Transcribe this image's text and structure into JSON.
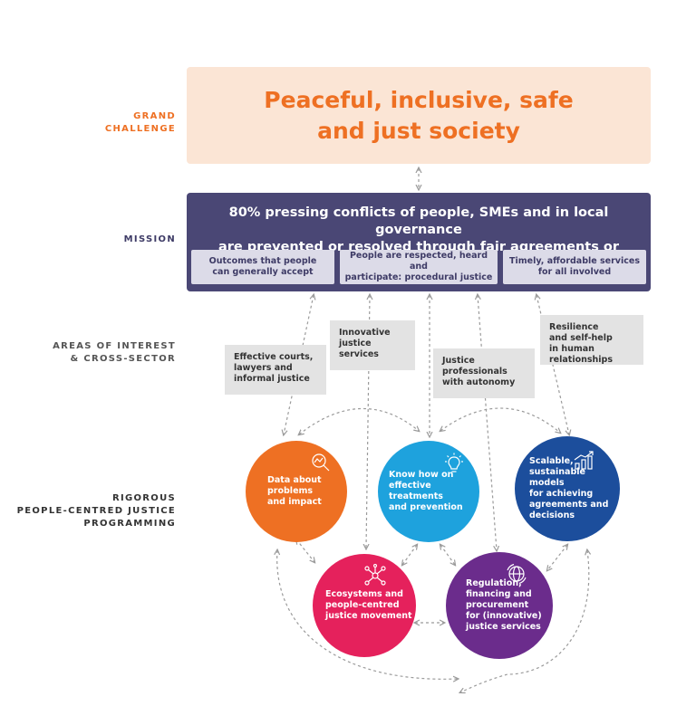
{
  "labels": {
    "grand_challenge": "GRAND\nCHALLENGE",
    "mission": "MISSION",
    "areas": "AREAS OF INTEREST\n& CROSS-SECTOR",
    "programming": "RIGOROUS\nPEOPLE-CENTRED JUSTICE\nPROGRAMMING"
  },
  "grand_challenge": {
    "text": "Peaceful, inclusive, safe\nand just society"
  },
  "mission": {
    "title": "80% pressing conflicts of people, SMEs and in local governance\nare prevented or resolved through fair agreements or decisions",
    "outcomes": [
      "Outcomes that people\ncan generally accept",
      "People are respected, heard and\nparticipate: procedural justice",
      "Timely, affordable services\nfor all involved"
    ]
  },
  "areas": [
    "Effective courts,\nlawyers and\ninformal justice",
    "Innovative\njustice\nservices",
    "Justice\nprofessionals\nwith autonomy",
    "Resilience\nand self-help\nin human\nrelationships"
  ],
  "programmes": [
    {
      "text": "Data about\nproblems\nand impact",
      "icon": "magnifier-chart-icon"
    },
    {
      "text": "Know how on\neffective treatments\nand prevention",
      "icon": "lightbulb-icon"
    },
    {
      "text": "Scalable,\nsustainable models\nfor achieving\nagreements and\ndecisions",
      "icon": "bar-chart-icon"
    },
    {
      "text": "Ecosystems and\npeople-centred\njustice movement",
      "icon": "network-icon"
    },
    {
      "text": "Regulation,\nfinancing and\nprocurement\nfor (innovative)\njustice services",
      "icon": "globe-icon"
    }
  ],
  "colors": {
    "orange": "#ee7023",
    "peach": "#fbe5d5",
    "navy": "#4a4775",
    "lavender": "#dcdbe8",
    "grey_box": "#e3e3e3",
    "label_dark": "#3e3b66",
    "circle_orange": "#ee7023",
    "circle_blue": "#1ea2dd",
    "circle_navy": "#1c4e9c",
    "circle_magenta": "#e5215c",
    "circle_purple": "#6b2c8c",
    "connector": "#9b9b9b"
  }
}
